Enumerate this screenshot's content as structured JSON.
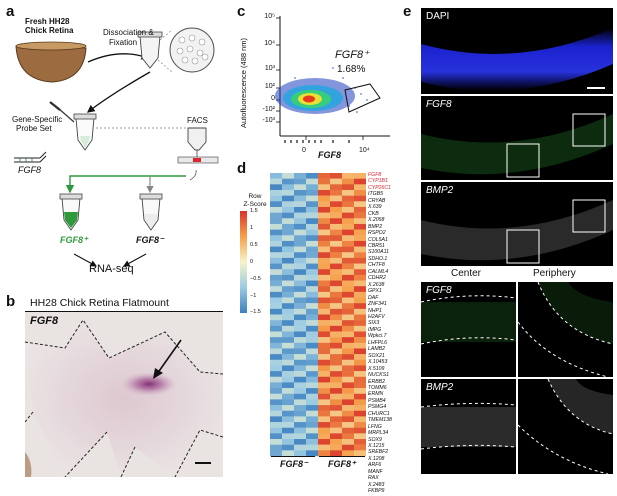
{
  "panels": {
    "a": {
      "label": "a",
      "source_line1": "Fresh HH28",
      "source_line2": "Chick Retina",
      "step1_line1": "Dissociation &",
      "step1_line2": "Fixation",
      "probe_line1": "Gene-Specific",
      "probe_line2": "Probe Set",
      "probe_gene": "FGF8",
      "facs": "FACS",
      "pos_label": "FGF8⁺",
      "neg_label": "FGF8⁻",
      "output": "RNA-seq"
    },
    "b": {
      "label": "b",
      "title": "HH28 Chick Retina Flatmount",
      "gene": "FGF8"
    },
    "c": {
      "label": "c",
      "ylabel": "Autofluorescence (488 nm)",
      "xlabel": "FGF8",
      "gate_gene": "FGF8⁺",
      "gate_percent": "1.68%",
      "yticks": [
        "10⁵",
        "10⁴",
        "10³",
        "10²",
        "0",
        "-10²",
        "-10³"
      ],
      "xticks": [
        "0",
        "10⁴"
      ]
    },
    "d": {
      "label": "d",
      "legend_title_line1": "Row",
      "legend_title_line2": "Z-Score",
      "legend_ticks": [
        "1.5",
        "1",
        "0.5",
        "0",
        "−0.5",
        "−1",
        "−1.5"
      ],
      "genes_highlighted": [
        "FGF8",
        "CYP1B1",
        "CYP26C1"
      ],
      "genes": [
        "ITGB5",
        "CRYAB",
        "X.639",
        "CKB",
        "X.2058",
        "BMP2",
        "RSPO2",
        "COL5A1",
        "CBR51",
        "S100A11",
        "SDHO.1",
        "CHTF8",
        "CALML4",
        "CDHR2",
        "X.2638",
        "GPX1",
        "DAF",
        "ZNF341",
        "NHP1",
        "H2AFV",
        "SIX3",
        "IMPG",
        "Wpkci.7",
        "LHFPL6",
        "LAMB2",
        "SOX21",
        "X.10453",
        "X.5109",
        "NUCKS1",
        "ERBB2",
        "TOMM6",
        "ERMN",
        "PSMB4",
        "PSMG4",
        "CHURC1",
        "TMEM138",
        "LFNG",
        "MRPL34",
        "SOX9",
        "X.1215",
        "SREBF2",
        "X.1208",
        "ARF6",
        "MANF",
        "RAX",
        "X.2483",
        "FKBP9"
      ],
      "group_neg": "FGF8⁻",
      "group_pos": "FGF8⁺"
    },
    "e": {
      "label": "e",
      "top_images": [
        "DAPI",
        "FGF8",
        "BMP2"
      ],
      "col_center": "Center",
      "col_periphery": "Periphery",
      "row_fgf8": "FGF8",
      "row_bmp2": "BMP2"
    }
  },
  "colors": {
    "dapi": "#1b24d8",
    "fgf8_signal": "#2f9a34",
    "stain": "#8a2f78",
    "gate_red": "#e0242f",
    "heat_high": "#d7342a",
    "heat_mid": "#f7f3c8",
    "heat_low": "#3b7fbf"
  },
  "chart_data": [
    {
      "type": "scatter",
      "panel": "c",
      "ylabel": "Autofluorescence (488 nm)",
      "xlabel": "FGF8",
      "y_ticks": [
        "-10³",
        "-10²",
        "0",
        "10²",
        "10³",
        "10⁴",
        "10⁵"
      ],
      "x_ticks": [
        "0",
        "10⁴"
      ],
      "gates": [
        {
          "name": "FGF8⁺",
          "percent": 1.68
        }
      ]
    },
    {
      "type": "heatmap",
      "panel": "d",
      "value_range": [
        -1.5,
        1.5
      ],
      "columns": [
        "FGF8⁻",
        "FGF8⁻",
        "FGF8⁻",
        "FGF8⁻",
        "FGF8⁺",
        "FGF8⁺",
        "FGF8⁺",
        "FGF8⁺"
      ],
      "rows": [
        "FGF8",
        "CYP1B1",
        "CYP26C1",
        "ITGB5",
        "CRYAB",
        "X.639",
        "CKB",
        "X.2058",
        "BMP2",
        "RSPO2",
        "COL5A1",
        "CBR51",
        "S100A11",
        "SDHO.1",
        "CHTF8",
        "CALML4",
        "CDHR2",
        "X.2638",
        "GPX1",
        "DAF",
        "ZNF341",
        "NHP1",
        "H2AFV",
        "SIX3",
        "IMPG",
        "Wpkci.7",
        "LHFPL6",
        "LAMB2",
        "SOX21",
        "X.10453",
        "X.5109",
        "NUCKS1",
        "ERBB2",
        "TOMM6",
        "ERMN",
        "PSMB4",
        "PSMG4",
        "CHURC1",
        "TMEM138",
        "LFNG",
        "MRPL34",
        "SOX9",
        "X.1215",
        "SREBF2",
        "X.1208",
        "ARF6",
        "MANF",
        "RAX",
        "X.2483",
        "FKBP9"
      ]
    }
  ]
}
